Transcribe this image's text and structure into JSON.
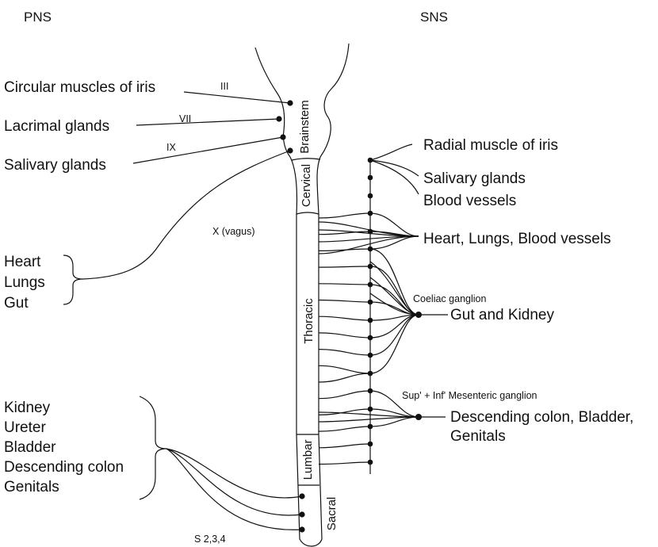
{
  "headers": {
    "pns": "PNS",
    "sns": "SNS"
  },
  "cord_regions": {
    "brainstem": "Brainstem",
    "cervical": "Cervical",
    "thoracic": "Thoracic",
    "lumbar": "Lumbar",
    "sacral": "Sacral"
  },
  "pns": {
    "targets": {
      "iris": "Circular muscles of iris",
      "lacrimal": "Lacrimal glands",
      "salivary": "Salivary glands"
    },
    "nerves": {
      "iii": "III",
      "vii": "VII",
      "ix": "IX",
      "vagus": "X (vagus)",
      "sacral": "S 2,3,4"
    },
    "vagus_targets": [
      "Heart",
      "Lungs",
      "Gut"
    ],
    "sacral_targets": [
      "Kidney",
      "Ureter",
      "Bladder",
      "Descending colon",
      "Genitals"
    ]
  },
  "sns": {
    "targets": {
      "iris": "Radial muscle of iris",
      "salivary": "Salivary glands",
      "vessels": "Blood vessels",
      "heart": "Heart, Lungs, Blood vessels",
      "gut": "Gut and Kidney",
      "pelvic_1": "Descending colon, Bladder,",
      "pelvic_2": "Genitals"
    },
    "ganglia": {
      "coeliac": "Coeliac ganglion",
      "mesenteric": "Sup' + Inf' Mesenteric ganglion"
    }
  }
}
